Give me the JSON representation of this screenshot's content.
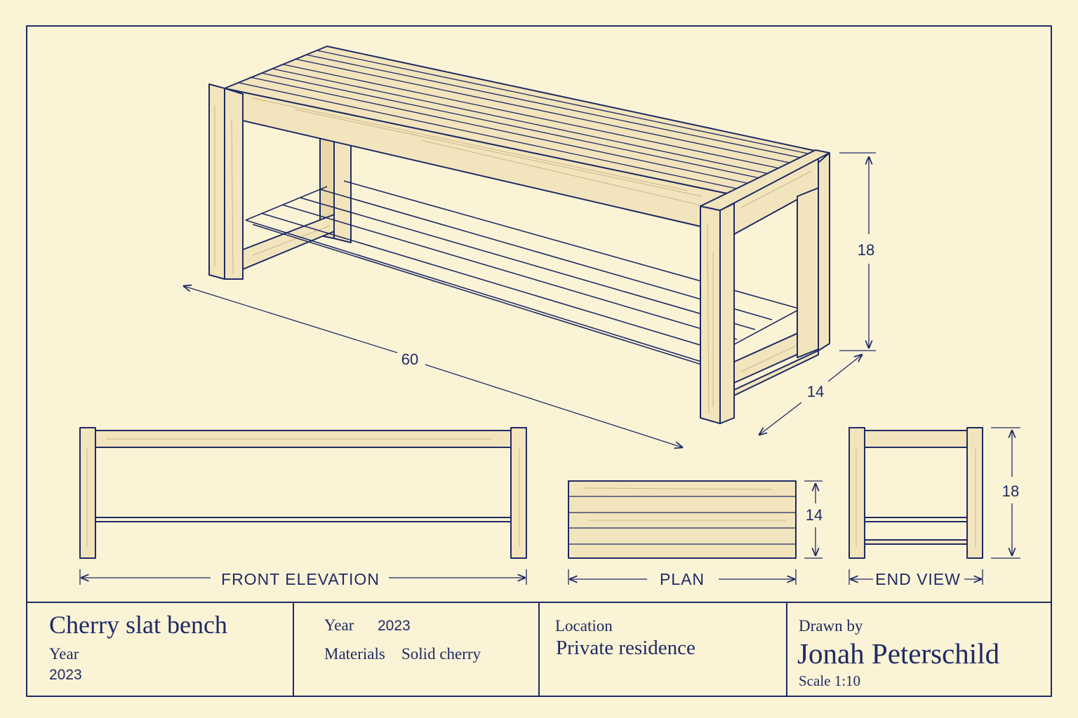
{
  "dimensions": {
    "iso_length": "60",
    "iso_height": "18",
    "iso_depth": "14",
    "plan_depth": "14",
    "end_height": "18"
  },
  "views": {
    "front": "FRONT ELEVATION",
    "plan": "PLAN",
    "end": "END VIEW"
  },
  "title_block": {
    "project_title": "Cherry slat bench",
    "year_label_1": "Year",
    "year_value_1": "2023",
    "year_label_2": "Year",
    "year_value_2": "2023",
    "materials_label": "Materials",
    "materials_value": "Solid cherry",
    "location_label": "Location",
    "location_value": "Private residence",
    "drawn_by_label": "Drawn by",
    "drawn_by_value": "Jonah Peterschild",
    "scale": "Scale 1:10"
  },
  "colors": {
    "paper": "#fbf3d6",
    "ink": "#1e2b63",
    "wood": "#f2e4bd"
  }
}
